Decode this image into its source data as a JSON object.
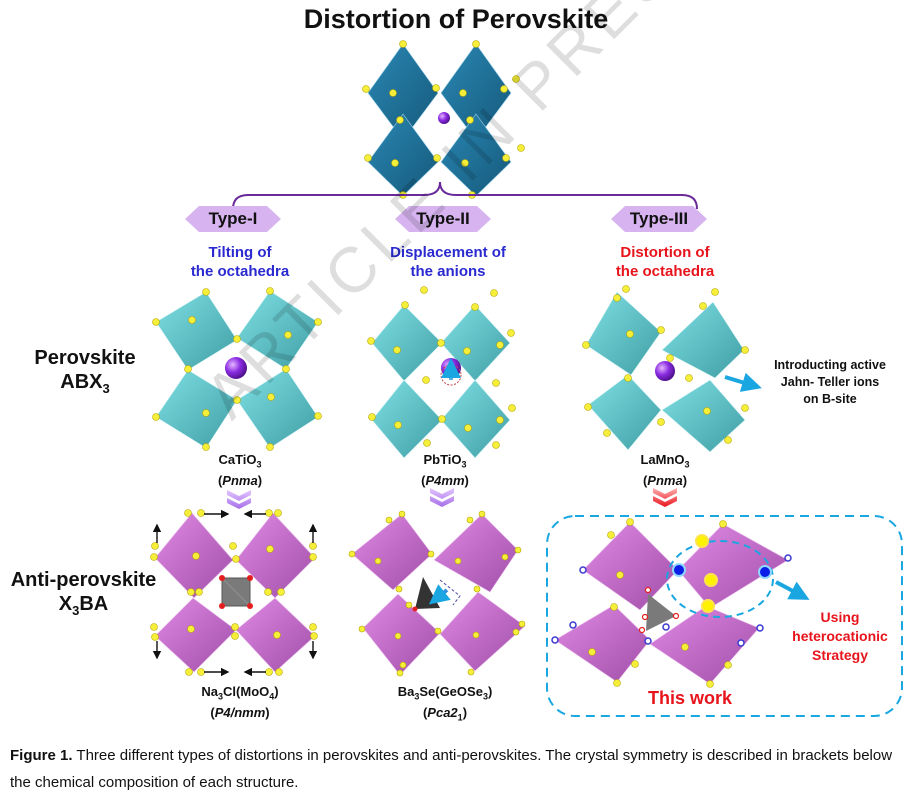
{
  "title": "Distortion of Perovskite",
  "types": [
    {
      "label": "Type-I",
      "desc_line1": "Tilting of",
      "desc_line2": "the octahedra",
      "desc_color": "#2a2ad0"
    },
    {
      "label": "Type-II",
      "desc_line1": "Displacement of",
      "desc_line2": "the anions",
      "desc_color": "#2a2ad0"
    },
    {
      "label": "Type-III",
      "desc_line1": "Distortion of",
      "desc_line2": "the octahedra",
      "desc_color": "#e8141c"
    }
  ],
  "rows": {
    "perovskite": {
      "line1": "Perovskite",
      "line2_main": "ABX",
      "line2_sub": "3"
    },
    "anti_perovskite": {
      "line1": "Anti-perovskite",
      "line2_pre": "X",
      "line2_sub": "3",
      "line2_post": "BA"
    }
  },
  "perovskite_structures": [
    {
      "formula_parts": [
        "CaTiO",
        "3",
        ""
      ],
      "group_parts": [
        "Pnma",
        "",
        ""
      ]
    },
    {
      "formula_parts": [
        "PbTiO",
        "3",
        ""
      ],
      "group_parts": [
        "P4mm",
        "",
        ""
      ]
    },
    {
      "formula_parts": [
        "LaMnO",
        "3",
        ""
      ],
      "group_parts": [
        "Pnma",
        "",
        ""
      ]
    }
  ],
  "anti_structures": [
    {
      "f1": "Na",
      "f1s": "3",
      "f2": "Cl(MoO",
      "f2s": "4",
      "f3": ")",
      "group": "P4/nmm",
      "group_sub": ""
    },
    {
      "f1": "Ba",
      "f1s": "3",
      "f2": "Se(GeOSe",
      "f2s": "3",
      "f3": ")",
      "group": "Pca2",
      "group_sub": "1"
    }
  ],
  "jahn_teller_note": [
    "Introducting active",
    "Jahn- Teller ions",
    "on B-site"
  ],
  "heterocationic_note": [
    "Using",
    "heterocationic",
    "Strategy"
  ],
  "this_work": "This work",
  "watermark": "ARTICLE IN PRESS",
  "caption": {
    "label": "Figure 1.",
    "text": " Three different types of distortions in perovskites and anti-perovskites. The crystal symmetry is described in brackets below the chemical composition of each structure."
  },
  "colors": {
    "octa_blue": "#1f6f96",
    "octa_cyan": "#5cc2c8",
    "octa_purple": "#c368c9",
    "hex_fill": "#d7b4f0",
    "vertex": "#f5ef3a",
    "a_site": "#8a2be2",
    "accent_blue": "#1aa6e0",
    "red": "#e8141c",
    "bracket": "#6a2a9a"
  }
}
